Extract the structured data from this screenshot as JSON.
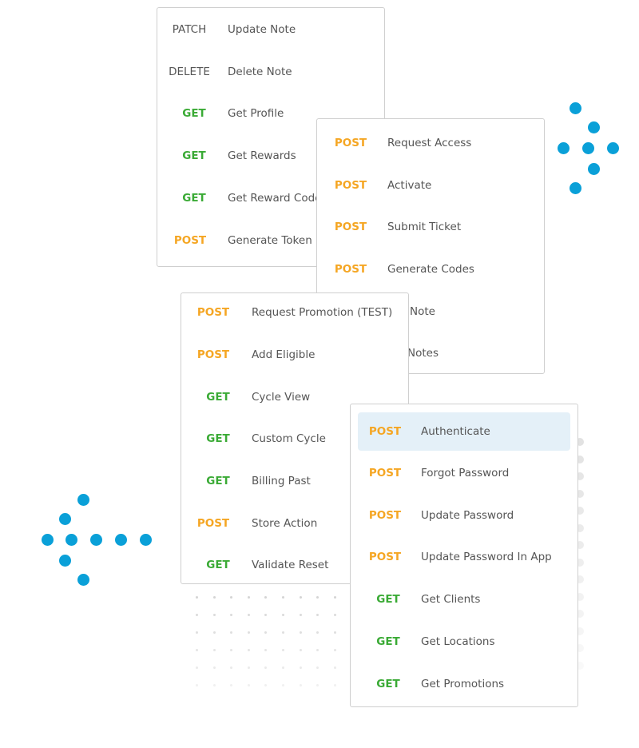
{
  "colors": {
    "get": "#3aaa35",
    "post": "#f5a623",
    "accent": "#0aa0d8",
    "active_row": "#e4f0f8"
  },
  "card1": {
    "rows": [
      {
        "method": "PATCH",
        "label": "Update Note"
      },
      {
        "method": "DELETE",
        "label": "Delete Note"
      },
      {
        "method": "GET",
        "label": "Get Profile"
      },
      {
        "method": "GET",
        "label": "Get Rewards"
      },
      {
        "method": "GET",
        "label": "Get Reward Codes"
      },
      {
        "method": "POST",
        "label": "Generate Token"
      }
    ]
  },
  "card2": {
    "rows": [
      {
        "method": "POST",
        "label": "Request Access"
      },
      {
        "method": "POST",
        "label": "Activate"
      },
      {
        "method": "POST",
        "label": "Submit Ticket"
      },
      {
        "method": "POST",
        "label": "Generate Codes"
      },
      {
        "method": "",
        "label": "Note"
      },
      {
        "method": "",
        "label": "Notes"
      }
    ]
  },
  "card3": {
    "rows": [
      {
        "method": "POST",
        "label": "Request Promotion (TEST)"
      },
      {
        "method": "POST",
        "label": "Add Eligible"
      },
      {
        "method": "GET",
        "label": "Cycle View"
      },
      {
        "method": "GET",
        "label": "Custom Cycle"
      },
      {
        "method": "GET",
        "label": "Billing Past"
      },
      {
        "method": "POST",
        "label": "Store Action"
      },
      {
        "method": "GET",
        "label": "Validate Reset"
      }
    ]
  },
  "card4": {
    "rows": [
      {
        "method": "POST",
        "label": "Authenticate"
      },
      {
        "method": "POST",
        "label": "Forgot Password"
      },
      {
        "method": "POST",
        "label": "Update Password"
      },
      {
        "method": "POST",
        "label": "Update Password In App"
      },
      {
        "method": "GET",
        "label": "Get Clients"
      },
      {
        "method": "GET",
        "label": "Get Locations"
      },
      {
        "method": "GET",
        "label": "Get Promotions"
      }
    ]
  }
}
